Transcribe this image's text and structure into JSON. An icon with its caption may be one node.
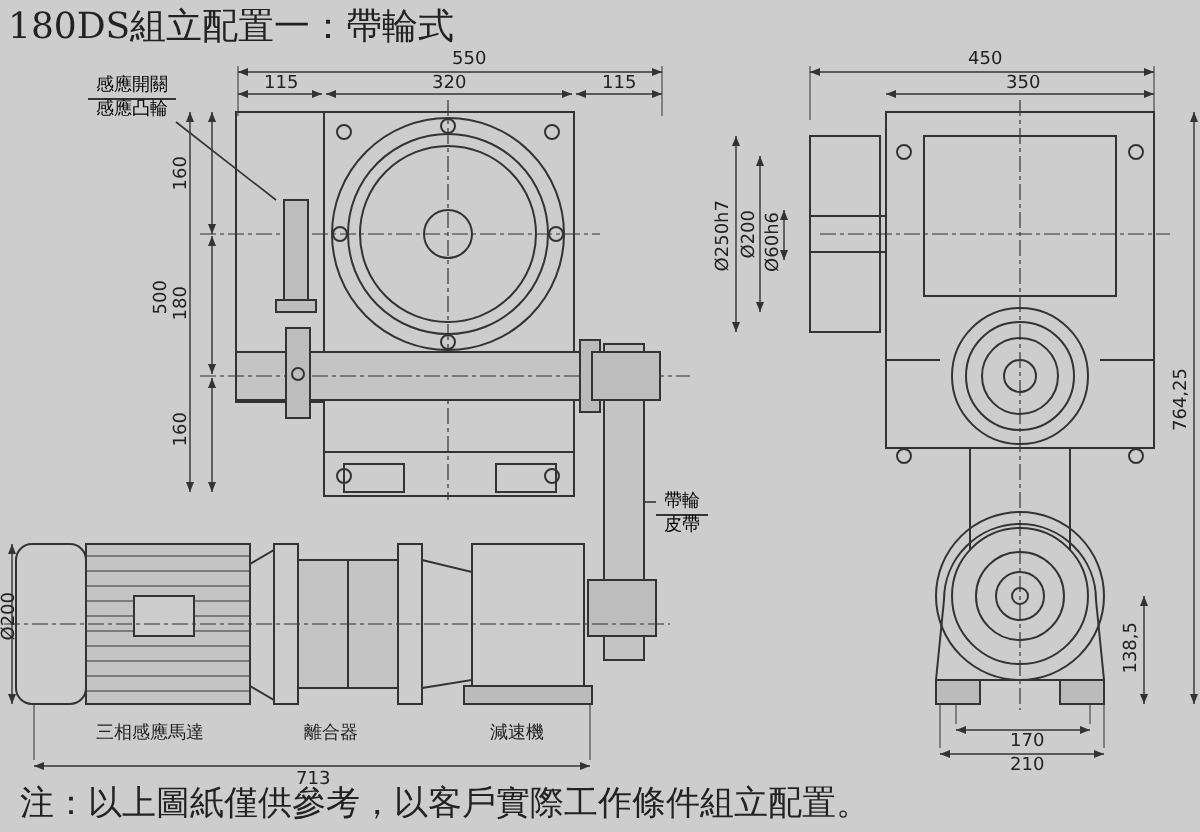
{
  "diagram": {
    "title": "180DS組立配置一：帶輪式",
    "caption": "注：以上圖紙僅供參考，以客戶實際工作條件組立配置。",
    "nodes": [
      {
        "text": [
          "感應開關",
          "感應凸輪"
        ]
      },
      {
        "text": [],
        "shape": "picture"
      },
      {
        "text": [
          "帶輪",
          "皮帶"
        ]
      },
      {
        "text": [],
        "shape": "bar"
      }
    ],
    "edges": [
      {
        "from": 0,
        "to": 1,
        "arrow": "none"
      },
      {
        "from": 2,
        "to": 3,
        "arrow": "none"
      }
    ],
    "labels": [
      "550",
      "115",
      "320",
      "115",
      "450",
      "350",
      "160",
      "500",
      "180",
      "160",
      "Ø250h7",
      "Ø200",
      "Ø60h6",
      "764,25",
      "Ø200",
      "三相感應馬達",
      "離合器",
      "減速機",
      "713",
      "138,5",
      "170",
      "210"
    ]
  }
}
